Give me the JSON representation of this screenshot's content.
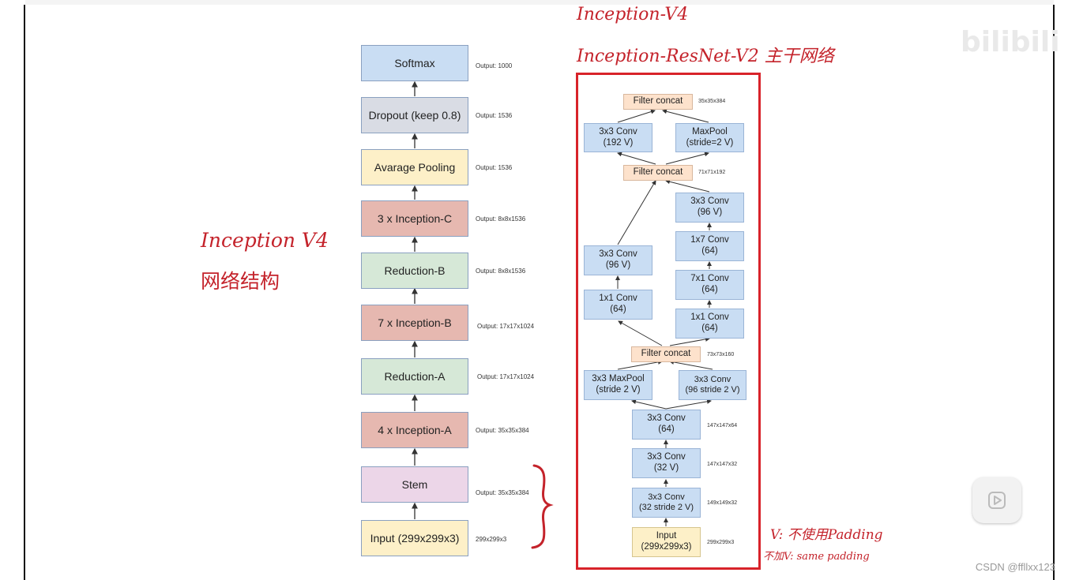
{
  "colors": {
    "blue": "#c9ddf3",
    "gray": "#d9dce4",
    "yellow": "#fdf0c8",
    "red": "#e6b8b0",
    "green": "#d6e8d7",
    "pink": "#ecd6e8",
    "orange": "#fde2cc",
    "annotation": "#c4232b"
  },
  "left_stack": [
    {
      "label": "Softmax",
      "output": "Output: 1000",
      "color": "blue"
    },
    {
      "label": "Dropout (keep 0.8)",
      "output": "Output: 1536",
      "color": "gray"
    },
    {
      "label": "Avarage Pooling",
      "output": "Output: 1536",
      "color": "yellow"
    },
    {
      "label": "3 x Inception-C",
      "output": "Output: 8x8x1536",
      "color": "red"
    },
    {
      "label": "Reduction-B",
      "output": "Output: 8x8x1536",
      "color": "green"
    },
    {
      "label": "7 x Inception-B",
      "output": "Output: 17x17x1024",
      "color": "red"
    },
    {
      "label": "Reduction-A",
      "output": "Output: 17x17x1024",
      "color": "green"
    },
    {
      "label": "4 x Inception-A",
      "output": "Output: 35x35x384",
      "color": "red"
    },
    {
      "label": "Stem",
      "output": "Output: 35x35x384",
      "color": "pink"
    },
    {
      "label": "Input (299x299x3)",
      "output": "299x299x3",
      "color": "yellow"
    }
  ],
  "stem": {
    "concat1": {
      "label": "Filter concat",
      "size": "35x35x384"
    },
    "conv192": {
      "line1": "3x3 Conv",
      "line2": "(192 V)"
    },
    "maxpool2": {
      "line1": "MaxPool",
      "line2": "(stride=2 V)"
    },
    "concat2": {
      "label": "Filter concat",
      "size": "71x71x192"
    },
    "b_conv96": {
      "line1": "3x3 Conv",
      "line2": "(96 V)"
    },
    "b_conv1x7": {
      "line1": "1x7 Conv",
      "line2": "(64)"
    },
    "b_conv7x1": {
      "line1": "7x1 Conv",
      "line2": "(64)"
    },
    "b_conv1x1": {
      "line1": "1x1 Conv",
      "line2": "(64)"
    },
    "a_conv96": {
      "line1": "3x3 Conv",
      "line2": "(96 V)"
    },
    "a_conv1x1": {
      "line1": "1x1 Conv",
      "line2": "(64)"
    },
    "concat3": {
      "label": "Filter concat",
      "size": "73x73x160"
    },
    "maxpool_s2": {
      "line1": "3x3 MaxPool",
      "line2": "(stride 2 V)"
    },
    "conv96s2": {
      "line1": "3x3 Conv",
      "line2": "(96 stride 2 V)"
    },
    "conv64": {
      "line1": "3x3 Conv",
      "line2": "(64)",
      "size": "147x147x64"
    },
    "conv32": {
      "line1": "3x3 Conv",
      "line2": "(32 V)",
      "size": "147x147x32"
    },
    "conv32s2": {
      "line1": "3x3 Conv",
      "line2": "(32 stride 2 V)",
      "size": "149x149x32"
    },
    "input": {
      "line1": "Input",
      "line2": "(299x299x3)",
      "size": "299x299x3"
    }
  },
  "annotations": {
    "title1": "Inception-V4",
    "title2": "Inception-ResNet-V2 主干网络",
    "left_line1": "Inception V4",
    "left_line2": "网络结构",
    "v_note": "V: 不使用Padding",
    "nov_note": "不加V: same padding"
  },
  "watermark": "bilibili",
  "csdn": "CSDN @ffllxx123"
}
